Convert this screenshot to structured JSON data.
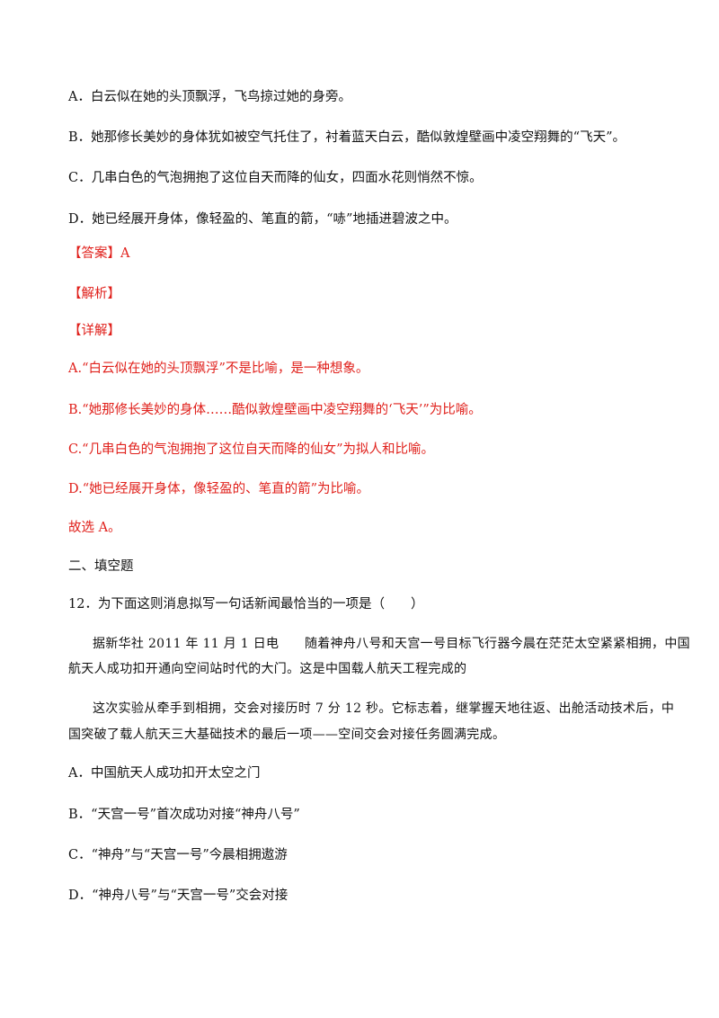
{
  "question11": {
    "options": [
      "A．白云似在她的头顶飘浮，飞鸟掠过她的身旁。",
      "B．她那修长美妙的身体犹如被空气托住了，衬着蓝天白云，酷似敦煌壁画中凌空翔舞的“飞天”。",
      "C．几串白色的气泡拥抱了这位自天而降的仙女，四面水花则悄然不惊。",
      "D．她已经展开身体，像轻盈的、笔直的箭，“哧”地插进碧波之中。"
    ],
    "answer_label": "【答案】",
    "answer_value": "A",
    "analysis_label": "【解析】",
    "detail_label": "【详解】",
    "explanations": [
      "A.“白云似在她的头顶飘浮”不是比喻，是一种想象。",
      "B.“她那修长美妙的身体……酷似敦煌壁画中凌空翔舞的‘飞天’”为比喻。",
      "C.“几串白色的气泡拥抱了这位自天而降的仙女”为拟人和比喻。",
      "D.“她已经展开身体，像轻盈的、笔直的箭”为比喻。"
    ],
    "conclusion": "故选 A。"
  },
  "section_title": "二、填空题",
  "question12": {
    "stem": "12．为下面这则消息拟写一句话新闻最恰当的一项是（　　）",
    "passage": [
      "据新华社 2011 年 11 月 1 日电　　随着神舟八号和天宫一号目标飞行器今晨在茫茫太空紧紧相拥，中国",
      "航天人成功扣开通向空间站时代的大门。这是中国载人航天工程完成的",
      "这次实验从牵手到相拥，交会对接历时 7 分 12 秒。它标志着，继掌握天地往返、出舱活动技术后，中",
      "国突破了载人航天三大基础技术的最后一项——空间交会对接任务圆满完成。"
    ],
    "options": [
      "A．中国航天人成功扣开太空之门",
      "B．“天宫一号”首次成功对接“神舟八号”",
      "C．“神舟”与“天宫一号”今晨相拥遨游",
      "D．“神舟八号”与“天宫一号”交会对接"
    ]
  },
  "colors": {
    "text": "#111111",
    "accent_red": "#e0201b"
  }
}
